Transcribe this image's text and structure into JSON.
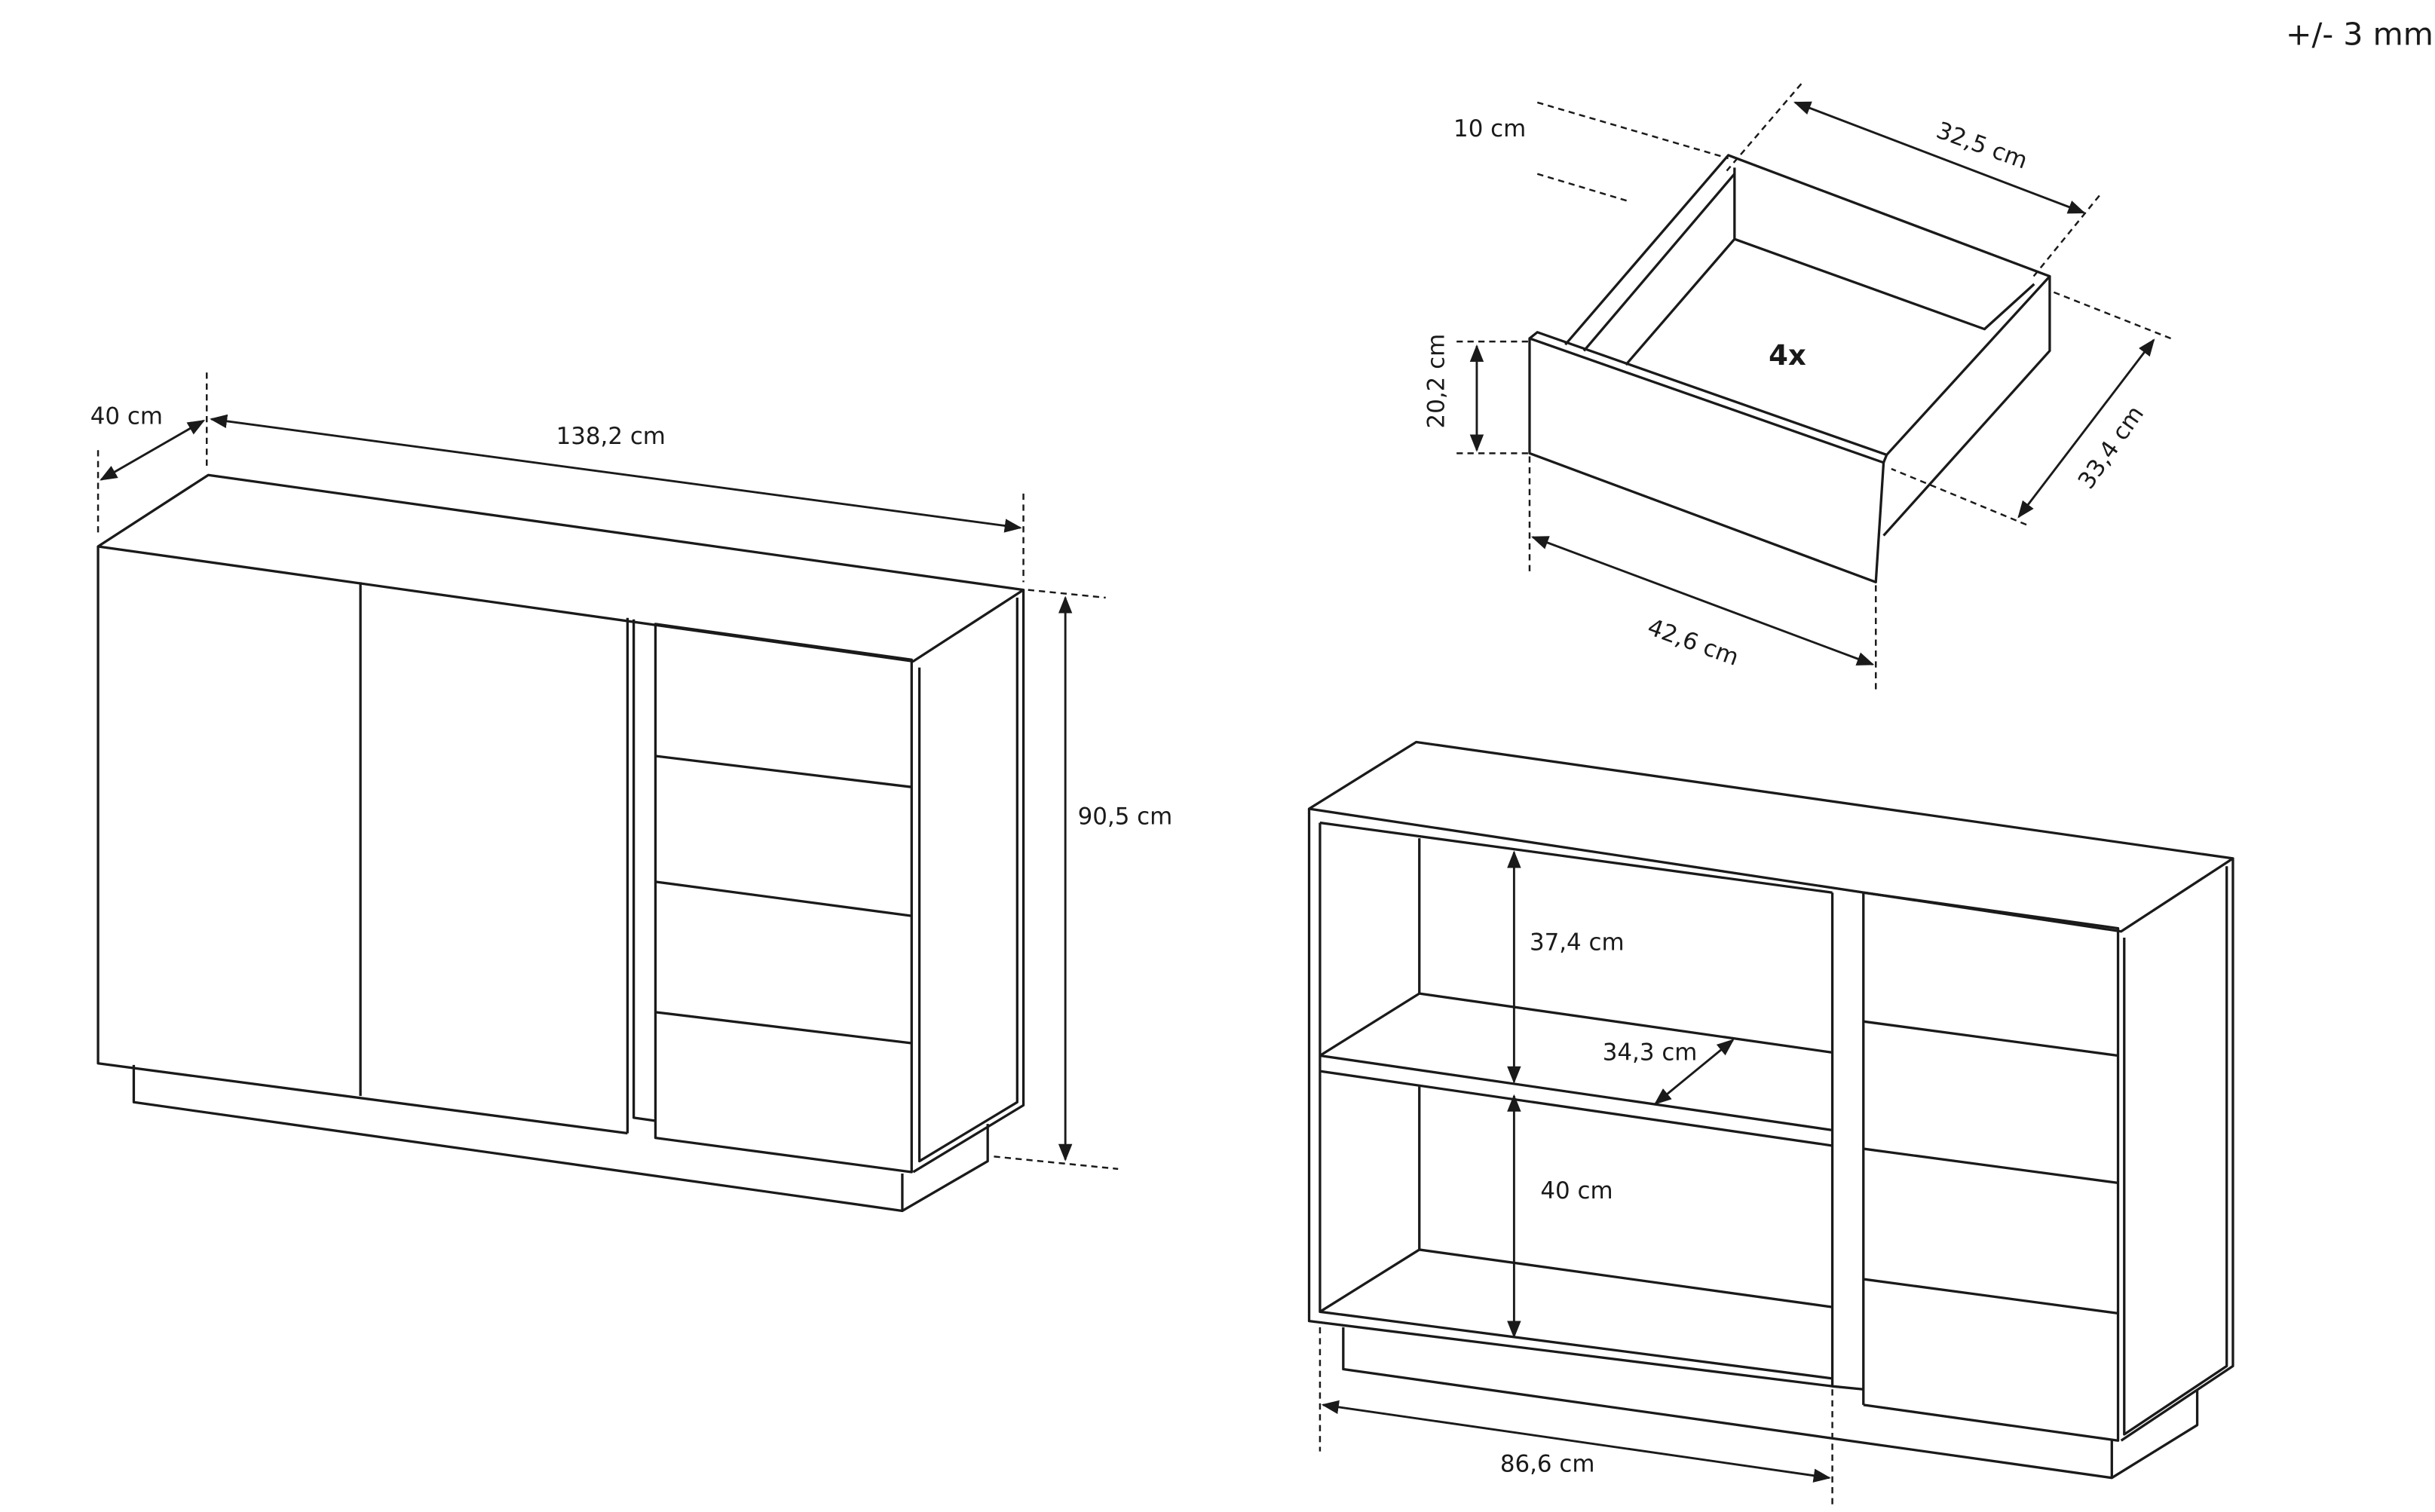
{
  "tolerance": "+/- 3 mm",
  "cabinet_closed": {
    "depth": "40 cm",
    "width": "138,2 cm",
    "height": "90,5 cm"
  },
  "drawer": {
    "height_inner": "10 cm",
    "inner_width": "32,5 cm",
    "quantity": "4x",
    "front_height": "20,2 cm",
    "inner_depth": "33,4 cm",
    "front_width": "42,6 cm"
  },
  "cabinet_open": {
    "upper_shelf_height": "37,4 cm",
    "shelf_depth": "34,3 cm",
    "lower_shelf_height": "40 cm",
    "compartment_width": "86,6 cm"
  }
}
